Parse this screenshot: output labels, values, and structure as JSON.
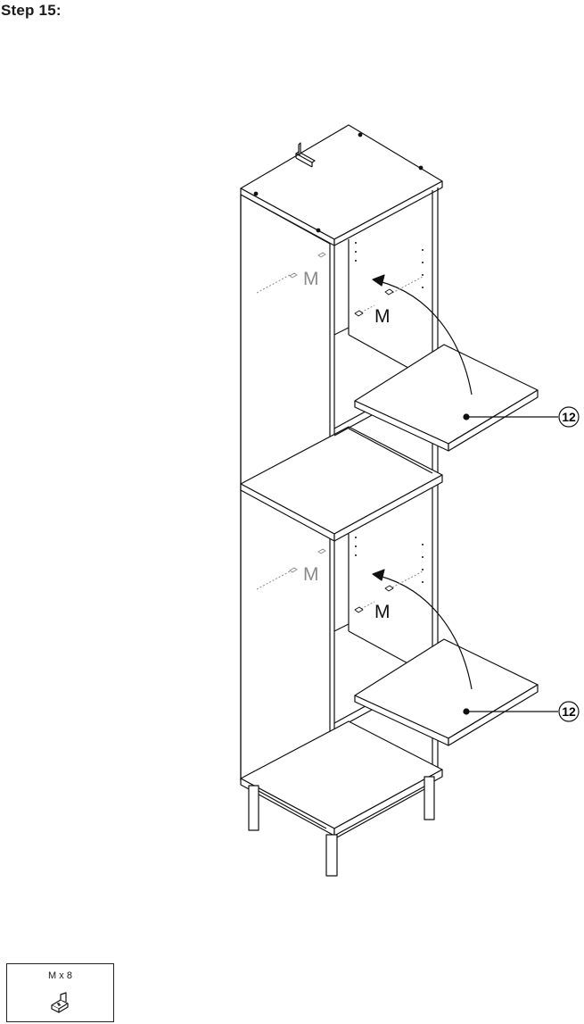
{
  "step": {
    "title": "Step 15:"
  },
  "labels": {
    "fitting_letter": "M",
    "part_number": "12"
  },
  "parts": {
    "quantity_text": "M x 8",
    "icon": "cam-lock-fitting-icon"
  },
  "colors": {
    "line": "#111111",
    "hidden_line": "#8a8a8a",
    "background": "#ffffff"
  }
}
